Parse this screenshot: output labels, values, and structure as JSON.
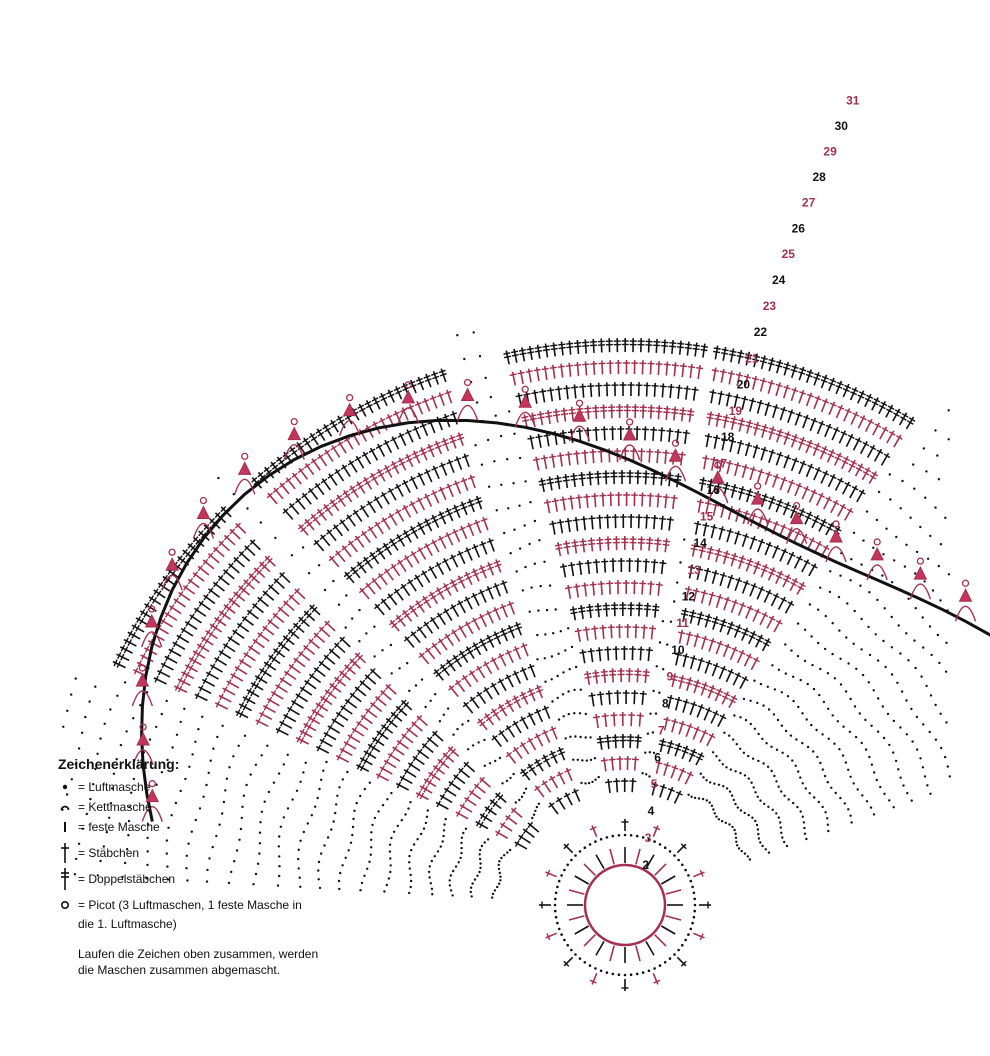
{
  "colors": {
    "dark": "#111111",
    "accent": "#a4304f",
    "accent_fill": "#c2365c"
  },
  "round_numbers": [
    "2",
    "3",
    "4",
    "5",
    "6",
    "7",
    "8",
    "9",
    "10",
    "11",
    "12",
    "13",
    "14",
    "15",
    "16",
    "17",
    "18",
    "19",
    "20",
    "21",
    "22",
    "23",
    "24",
    "25",
    "26",
    "27",
    "28",
    "29",
    "30",
    "31"
  ],
  "legend": {
    "title": "Zeichenerklärung:",
    "items": [
      {
        "icon": "chain-stitch-icon",
        "label": "= Luftmasche"
      },
      {
        "icon": "slip-stitch-icon",
        "label": "= Kettmasche"
      },
      {
        "icon": "single-crochet-icon",
        "label": "= feste Masche"
      },
      {
        "icon": "double-crochet-icon",
        "label": "= Stäbchen"
      },
      {
        "icon": "treble-crochet-icon",
        "label": "= Doppelstäbchen"
      },
      {
        "icon": "picot-icon",
        "label": "= Picot (3 Luftmaschen, 1 feste Masche in"
      }
    ],
    "picot_continuation": "die 1. Luftmasche)",
    "note_line1": "Laufen die Zeichen oben zusammen, werden",
    "note_line2": "die Maschen zusammen abgemascht."
  }
}
